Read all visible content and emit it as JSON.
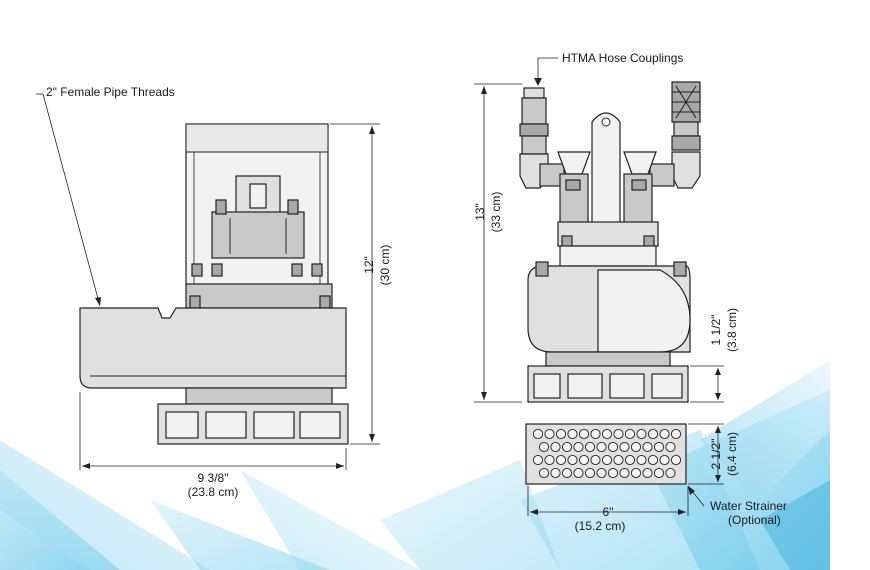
{
  "labels": {
    "pipe_threads": "2\" Female Pipe Threads",
    "hose_couplings": "HTMA  Hose Couplings",
    "water_strainer": "Water Strainer",
    "optional": "(Optional)"
  },
  "dimensions": {
    "side_width_in": "9 3/8\"",
    "side_width_cm": "(23.8 cm)",
    "side_height_in": "12\"",
    "side_height_cm": "(30 cm)",
    "front_height_in": "13\"",
    "front_height_cm": "(33 cm)",
    "base_height_in": "1 1/2\"",
    "base_height_cm": "(3.8 cm)",
    "strainer_height_in": "2 1/2\"",
    "strainer_height_cm": "(6.4 cm)",
    "front_width_in": "6\"",
    "front_width_cm": "(15.2 cm)"
  },
  "colors": {
    "line": "#222222",
    "metal": "#c9c9c9",
    "background_accent": "#7fd0ec"
  }
}
